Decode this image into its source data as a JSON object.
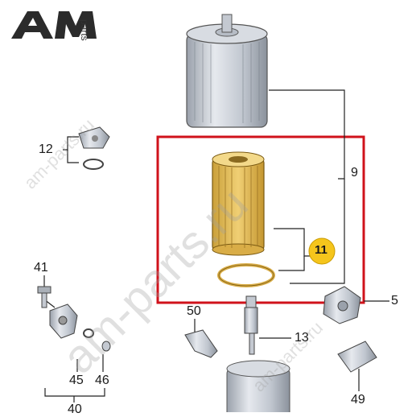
{
  "logo": {
    "main": "AM",
    "sub": "parts"
  },
  "watermarks": {
    "large": "am-parts.ru",
    "small": "am-parts.ru"
  },
  "callouts": [
    "12",
    "9",
    "11",
    "5",
    "41",
    "50",
    "13",
    "45",
    "46",
    "49",
    "40"
  ],
  "colors": {
    "highlight_frame": "#d0121b",
    "badge_fill": "#f5c51c",
    "filter_element": "#e3ba55",
    "metal": "#c7ccd4",
    "line": "#222222"
  }
}
